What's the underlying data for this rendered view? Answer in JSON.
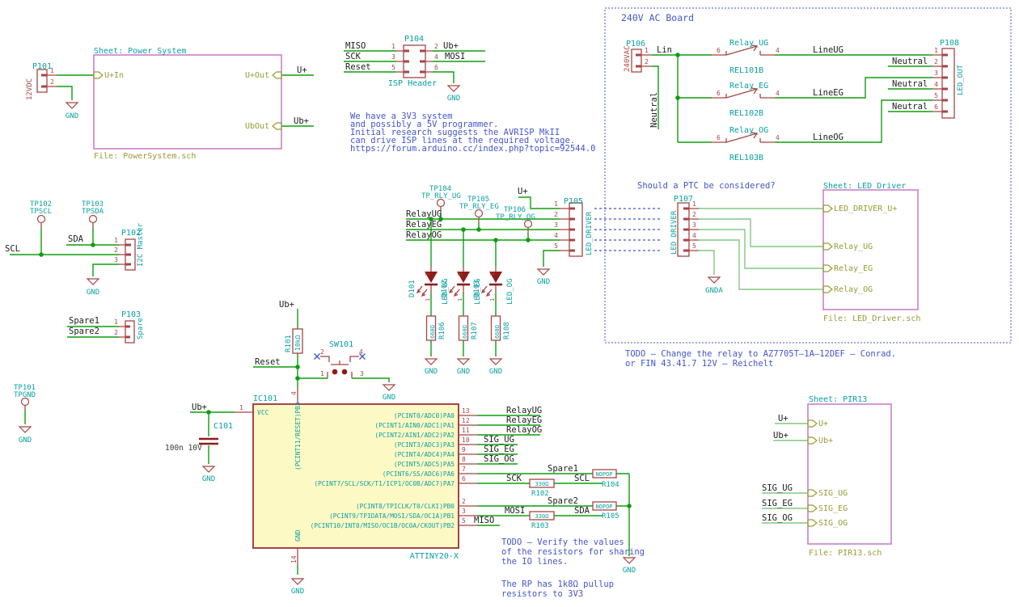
{
  "colors": {
    "wire_green": "#0f9d0f",
    "wire_light_green": "#84c784",
    "component_red": "#a64545",
    "label_cyan": "#0aa0a0",
    "sheet_purple": "#c678c6",
    "sheetpin_olive": "#9a9a35",
    "note_blue": "#4355cc",
    "net_black": "#202020",
    "ic_fill_yellow": "#fdf9c5"
  },
  "common": {
    "gnd": "GND",
    "gnda": "GNDA",
    "p1": "1",
    "p2": "2",
    "p3": "3",
    "p4": "4",
    "p5": "5",
    "p6": "6",
    "p7": "7",
    "p8": "8",
    "p9": "9",
    "p10": "10",
    "p11": "11",
    "p12": "12",
    "p13": "13",
    "p14": "14"
  },
  "nets": {
    "up": "U+",
    "ubp": "Ub+",
    "scl": "SCL",
    "sda": "SDA",
    "sck": "SCK",
    "mosi": "MOSI",
    "miso": "MISO",
    "reset": "Reset",
    "lin": "Lin",
    "neutral": "Neutral",
    "spare1": "Spare1",
    "spare2": "Spare2",
    "relayug": "RelayUG",
    "relayeg": "RelayEG",
    "relayog": "RelayOG",
    "sigug": "SIG_UG",
    "sigeg": "SIG_EG",
    "sigog": "SIG_OG"
  },
  "power_sheet": {
    "title": "Sheet: Power System",
    "file": "File: PowerSystem.sch",
    "pin_uin": "U+In",
    "pin_uout": "U+Out",
    "pin_ubout": "UbOut"
  },
  "p101": {
    "ref": "P101",
    "value": "12VDC"
  },
  "isp": {
    "ref": "P104",
    "value": "ISP Header"
  },
  "note_programmer": {
    "l1": "We have a 3V3 system",
    "l2": "and possibly a 5V programmer.",
    "l3": "Initial research suggests the AVRISP MkII",
    "l4": "can drive ISP lines at the required voltage.",
    "l5": "https://forum.arduino.cc/index.php?topic=92544.0"
  },
  "board240": {
    "title": "240V AC Board",
    "p106": {
      "ref": "P106",
      "value": "240VAC"
    },
    "p108": {
      "ref": "P108",
      "value": "LED_OUT"
    },
    "relays": [
      {
        "name": "Relay_UG",
        "ref": "REL101B",
        "line": "LineUG"
      },
      {
        "name": "Relay_EG",
        "ref": "REL102B",
        "line": "LineEG"
      },
      {
        "name": "Relay_OG",
        "ref": "REL103B",
        "line": "LineOG"
      }
    ]
  },
  "note_ptc": "Should a PTC be considered?",
  "note_relay": {
    "l1": "TODO — Change the relay to  AZ7705T—1A—12DEF — Conrad.",
    "l2": "or FIN 43.41.7 12V — Reichelt"
  },
  "p107": {
    "ref": "P107",
    "value": "LED_DRIVER"
  },
  "led_driver_sheet": {
    "title": "Sheet: LED Driver",
    "file": "File: LED_Driver.sch",
    "pin_u": "LED_DRIVER_U+",
    "pin_ug": "Relay_UG",
    "pin_eg": "Relay_EG",
    "pin_og": "Relay_OG"
  },
  "i2c": {
    "ref": "P102",
    "value": "I2C Master"
  },
  "tp101": {
    "ref": "TP101",
    "value": "TPGND"
  },
  "tp102": {
    "ref": "TP102",
    "value": "TPSCL"
  },
  "tp103": {
    "ref": "TP103",
    "value": "TPSDA"
  },
  "tp104": {
    "ref": "TP104",
    "value": "TP_RLY_UG"
  },
  "tp105": {
    "ref": "TP105",
    "value": "TP_RLY_EG"
  },
  "tp106": {
    "ref": "TP106",
    "value": "TP_RLY_OG"
  },
  "p103": {
    "ref": "P103",
    "value": "Spare"
  },
  "p105": {
    "ref": "P105",
    "value": "LED_DRIVER"
  },
  "leds": [
    {
      "ref": "D101",
      "value": "LED_UG"
    },
    {
      "ref": "D102",
      "value": "LED_EG"
    },
    {
      "ref": "D103",
      "value": "LED_OG"
    }
  ],
  "resistors": {
    "r101": {
      "ref": "R101",
      "value": "10kΩ"
    },
    "r102": {
      "ref": "R102",
      "value": "330Ω"
    },
    "r103": {
      "ref": "R103",
      "value": "330Ω"
    },
    "r104": {
      "ref": "R104",
      "value": "NOPOP"
    },
    "r105": {
      "ref": "R105",
      "value": "NOPOP"
    },
    "r106": {
      "ref": "R106",
      "value": "660Ω"
    },
    "r107": {
      "ref": "R107",
      "value": "660Ω"
    },
    "r108": {
      "ref": "R108",
      "value": "660Ω"
    }
  },
  "c101": {
    "ref": "C101",
    "value": "100n 10V"
  },
  "sw101": {
    "ref": "SW101"
  },
  "ic101": {
    "ref": "IC101",
    "value": "ATTINY20-X",
    "vcc": "VCC",
    "gnd": "GND",
    "pb3": "(PCINT11/RESET)PB3",
    "pa0": "(PCINT0/ADC0)PA0",
    "pa1": "(PCINT1/AIN0/ADC1)PA1",
    "pa2": "(PCINT2/AIN1/ADC2)PA2",
    "pa3": "(PCINT3/ADC3)PA3",
    "pa4": "(PCINT4/ADC4)PA4",
    "pa5": "(PCINT5/ADC5)PA5",
    "pa6": "(PCINT6/SS/ADC6)PA6",
    "pa7": "(PCINT7/SCL/SCK/T1/ICP1/OC0B/ADC7)PA7",
    "pb0": "(PCINT8/TPICLK/T0/CLKI)PB0",
    "pb1": "(PCINT9/TPIDATA/MOSI/SDA/OC1A)PB1",
    "pb2": "(PCINT10/INT0/MISO/OC1B/OC0A/CKOUT)PB2"
  },
  "note_resistors": {
    "l1": "TODO — Verify the values",
    "l2": "of the resistors for sharing",
    "l3": "the IO lines."
  },
  "note_pullup": {
    "l1": "The RP has 1k8Ω pullup",
    "l2": "resistors to 3V3"
  },
  "pir_sheet": {
    "title": "Sheet: PIR13",
    "file": "File: PIR13.sch",
    "pin_u": "U+",
    "pin_ub": "Ub+",
    "pin_sigug": "SIG_UG",
    "pin_sigeg": "SIG_EG",
    "pin_sigog": "SIG_OG"
  }
}
